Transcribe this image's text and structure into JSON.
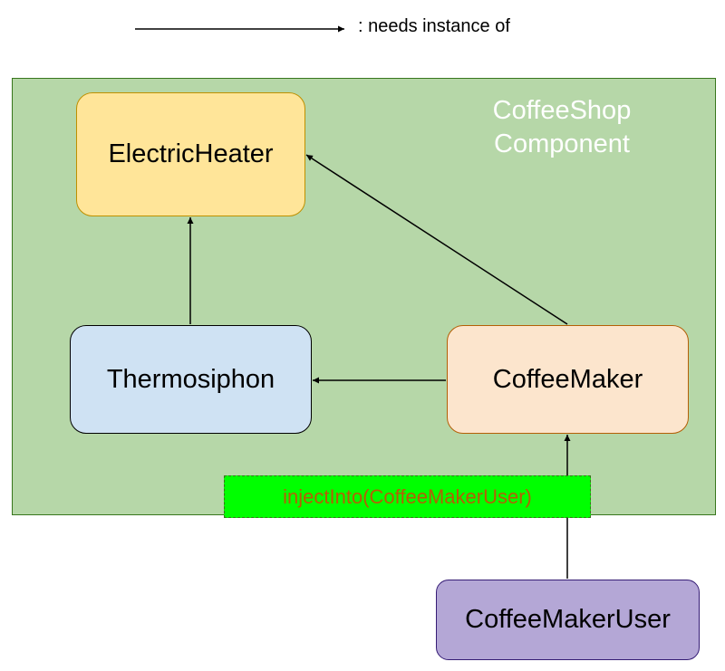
{
  "legend": {
    "label": ": needs instance of"
  },
  "component": {
    "title_line1": "CoffeeShop",
    "title_line2": "Component"
  },
  "nodes": {
    "electric_heater": "ElectricHeater",
    "thermosiphon": "Thermosiphon",
    "coffee_maker": "CoffeeMaker",
    "coffee_maker_user": "CoffeeMakerUser"
  },
  "inject_label": "injectInto(CoffeeMakerUser)",
  "edges": [
    {
      "from": "Thermosiphon",
      "to": "ElectricHeater"
    },
    {
      "from": "CoffeeMaker",
      "to": "ElectricHeater"
    },
    {
      "from": "CoffeeMaker",
      "to": "Thermosiphon"
    },
    {
      "from": "CoffeeMakerUser",
      "to": "CoffeeMaker"
    }
  ],
  "colors": {
    "component_fill": "#b6d7a8",
    "heater_fill": "#ffe599",
    "thermosiphon_fill": "#cfe2f3",
    "coffee_maker_fill": "#fce5cd",
    "user_fill": "#b4a7d6",
    "inject_fill": "#00ff00",
    "inject_text": "#b45f06"
  }
}
